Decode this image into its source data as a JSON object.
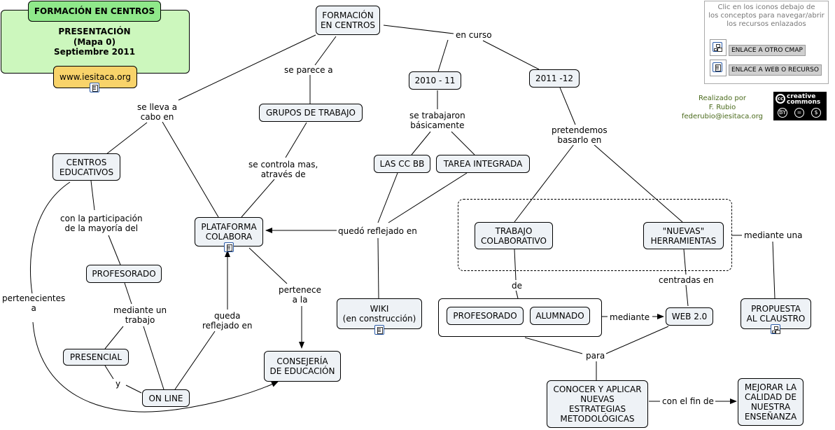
{
  "title": {
    "tab": "FORMACIÓN EN CENTROS",
    "text": "PRESENTACIÓN\n(Mapa 0)\nSeptiembre 2011",
    "link": "www.iesitaca.org"
  },
  "help": {
    "text": "Clic en los iconos debajo de\nlos conceptos para navegar/abrir\nlos recursos enlazados",
    "cmap_button": "ENLACE A OTRO CMAP",
    "web_button": "ENLACE A WEB O RECURSO"
  },
  "credits": "Realizado por\nF. Rubio\nfederubio@iesitaca.org",
  "cc": {
    "line1": "creative",
    "line2": "commons",
    "logo": "cc",
    "i1": "BY",
    "i2": "=",
    "i3": "$"
  },
  "nodes": {
    "formacion": "FORMACIÓN\nEN CENTROS",
    "grupos": "GRUPOS DE TRABAJO",
    "y2010": "2010 - 11",
    "y2011": "2011 -12",
    "centros": "CENTROS\nEDUCATIVOS",
    "ccbb": "LAS CC BB",
    "tarea": "TAREA INTEGRADA",
    "plataforma": "PLATAFORMA\nCOLABORA",
    "profesorado": "PROFESORADO",
    "trabajo": "TRABAJO\nCOLABORATIVO",
    "nuevas": "\"NUEVAS\"\nHERRAMIENTAS",
    "presencial": "PRESENCIAL",
    "wiki": "WIKI\n(en construcción)",
    "profesorado2": "PROFESORADO",
    "alumnado": "ALUMNADO",
    "web20": "WEB 2.0",
    "propuesta": "PROPUESTA\nAL CLAUSTRO",
    "consejeria": "CONSEJERÍA\nDE EDUCACIÓN",
    "online": "ON LINE",
    "conocer": "CONOCER Y APLICAR\nNUEVAS\nESTRATEGIAS\nMETODOLÓGICAS",
    "mejorar": "MEJORAR LA\nCALIDAD DE\nNUESTRA\nENSEÑANZA"
  },
  "links": {
    "en_curso": "en curso",
    "se_parece": "se parece a",
    "se_lleva": "se lleva a\ncabo en",
    "se_trabajaron": "se trabajaron\nbásicamente",
    "pretendemos": "pretendemos\nbasarlo en",
    "se_controla": "se controla mas,\natravés de",
    "con_participacion": "con la participación\nde la mayoría del",
    "quedo_reflejado": "quedó reflejado en",
    "mediante_una": "mediante una",
    "de": "de",
    "pertenecientes": "pertenecientes\na",
    "pertenece": "pertenece\na la",
    "centradas": "centradas en",
    "mediante_trabajo": "mediante un\ntrabajo",
    "queda_reflejado": "queda\nreflejado en",
    "mediante": "mediante",
    "para": "para",
    "y": "y",
    "con_el_fin": "con el fin de"
  }
}
